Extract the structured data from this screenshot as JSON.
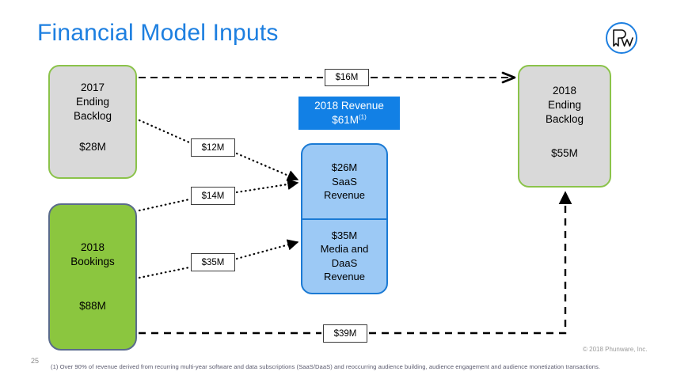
{
  "slide": {
    "title": "Financial Model Inputs",
    "page_number": "25",
    "copyright": "© 2018 Phunware, Inc.",
    "footnote": "(1) Over 90% of revenue derived from recurring multi-year software and data subscriptions (SaaS/DaaS) and reoccurring audience building, audience engagement and audience monetization transactions.",
    "logo_name": "phunware-logo"
  },
  "colors": {
    "title_blue": "#1d7fe0",
    "accent_blue": "#1280e5",
    "revenue_fill": "#9cc9f5",
    "revenue_border": "#1b7ad4",
    "backlog_fill": "#d9d9d9",
    "backlog_border": "#8bc34a",
    "bookings_fill": "#8bc63f",
    "bookings_border": "#5a6b8c",
    "label_border": "#3c3c3c",
    "footnote_gray": "#5a5a6e"
  },
  "nodes": {
    "backlog_2017": {
      "line1": "2017",
      "line2": "Ending",
      "line3": "Backlog",
      "amount": "$28M"
    },
    "bookings_2018": {
      "line1": "2018",
      "line2": "Bookings",
      "amount": "$88M"
    },
    "backlog_2018": {
      "line1": "2018",
      "line2": "Ending",
      "line3": "Backlog",
      "amount": "$55M"
    },
    "revenue_header": {
      "line1": "2018 Revenue",
      "amount": "$61M",
      "footnote_marker": "(1)"
    },
    "revenue_saas": {
      "amount": "$26M",
      "line2": "SaaS",
      "line3": "Revenue"
    },
    "revenue_media_daas": {
      "amount": "$35M",
      "line2": "Media and",
      "line3": "DaaS",
      "line4": "Revenue"
    }
  },
  "flows": [
    {
      "id": "16m",
      "value": "$16M",
      "from": "2017 Ending Backlog",
      "to": "2018 Ending Backlog"
    },
    {
      "id": "12m",
      "value": "$12M",
      "from": "2017 Ending Backlog",
      "to": "SaaS Revenue"
    },
    {
      "id": "14m",
      "value": "$14M",
      "from": "2018 Bookings",
      "to": "SaaS Revenue"
    },
    {
      "id": "35m",
      "value": "$35M",
      "from": "2018 Bookings",
      "to": "Media and DaaS Revenue"
    },
    {
      "id": "39m",
      "value": "$39M",
      "from": "2018 Bookings",
      "to": "2018 Ending Backlog"
    }
  ]
}
